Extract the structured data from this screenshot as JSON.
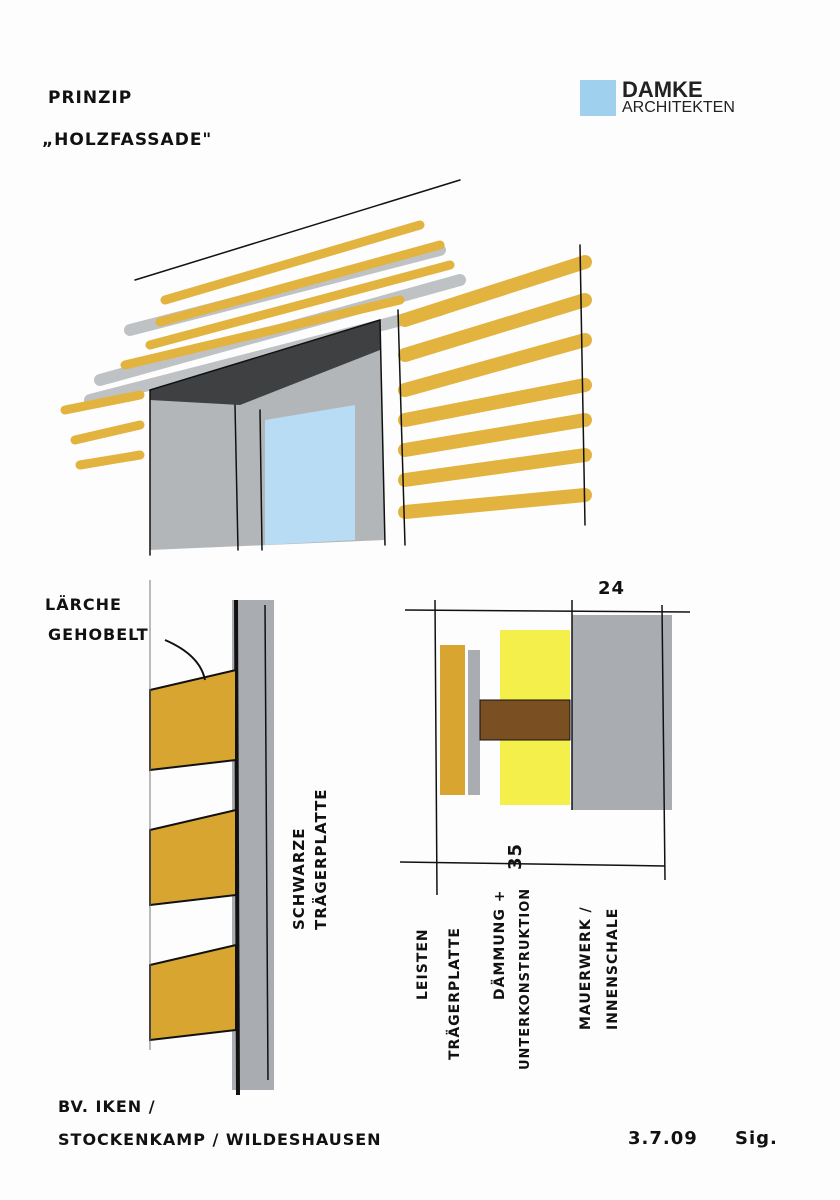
{
  "title": {
    "line1": "PRINZIP",
    "line2": "„HOLZFASSADE\""
  },
  "logo": {
    "name": "DAMKE",
    "subtitle": "ARCHITEKTEN",
    "accent": "#9fd0ee"
  },
  "labels": {
    "wood": [
      "LÄRCHE",
      "GEHOBELT"
    ],
    "carrier_plate": [
      "SCHWARZE",
      "TRÄGERPLATTE"
    ],
    "dimension_top": "24",
    "dimension_bottom": "35",
    "section_legend": [
      "LEISTEN",
      "TRÄGERPLATTE",
      "DÄMMUNG +",
      "UNTERKONSTRUKTION",
      "MAUERWERK /",
      "INNENSCHALE"
    ]
  },
  "footer": {
    "project_line1": "BV. IKEN /",
    "project_line2": "STOCKENKAMP / WILDESHAUSEN",
    "date": "3.7.09",
    "signature": "Sig."
  },
  "colors": {
    "wood": "#e2b33e",
    "grey": "#a9adb2",
    "insulation": "#f4ef4a",
    "timber": "#7a4f22",
    "glass": "#b8dcf3"
  }
}
